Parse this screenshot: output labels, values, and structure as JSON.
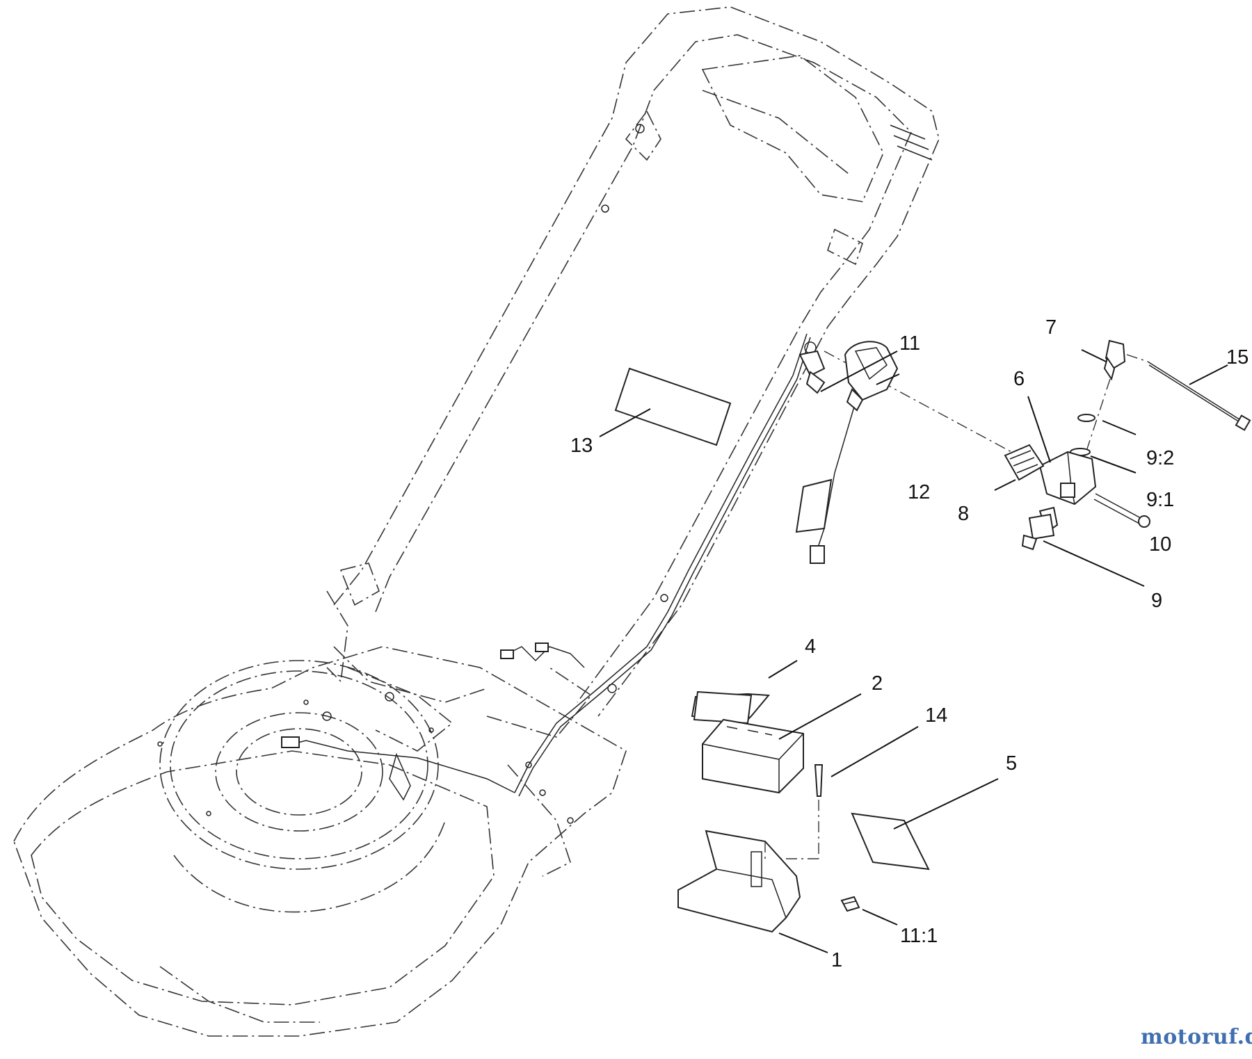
{
  "callouts": {
    "c1": "1",
    "c2": "2",
    "c4": "4",
    "c5": "5",
    "c6": "6",
    "c7": "7",
    "c8": "8",
    "c9": "9",
    "c9_1": "9:1",
    "c9_2": "9:2",
    "c10": "10",
    "c11": "11",
    "c11_1": "11:1",
    "c12": "12",
    "c13": "13",
    "c14": "14",
    "c15": "15"
  },
  "watermark": "motoruf.de",
  "colors": {
    "line": "#222222",
    "watermark": "#3f6fb0"
  }
}
